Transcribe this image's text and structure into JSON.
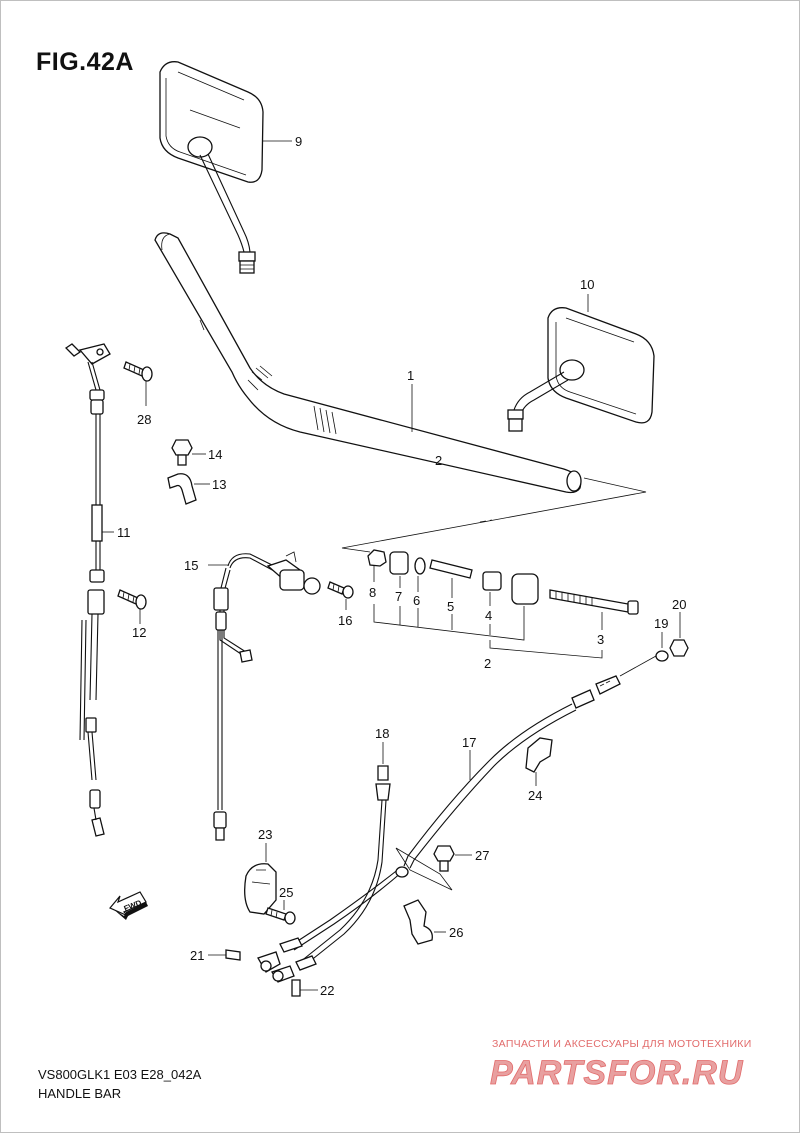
{
  "figure": {
    "title": "FIG.42A",
    "model_code": "VS800GLK1 E03 E28_042A",
    "section_name": "HANDLE BAR"
  },
  "callouts": {
    "c1": "1",
    "c2": "2",
    "c3": "3",
    "c4": "4",
    "c5": "5",
    "c6": "6",
    "c7": "7",
    "c8": "8",
    "c9": "9",
    "c10": "10",
    "c11": "11",
    "c12": "12",
    "c13": "13",
    "c14": "14",
    "c15": "15",
    "c16": "16",
    "c17": "17",
    "c18": "18",
    "c19": "19",
    "c20": "20",
    "c21": "21",
    "c22": "22",
    "c23": "23",
    "c24": "24",
    "c25": "25",
    "c26": "26",
    "c27": "27",
    "c28": "28"
  },
  "fwd_arrow": {
    "label": "FWD"
  },
  "handlebar_mark": "2",
  "watermark": {
    "caption": "ЗАПЧАСТИ И АКСЕССУАРЫ ДЛЯ МОТОТЕХНИКИ",
    "logo_text": "PARTSFOR.RU",
    "color": "#e26b6b"
  }
}
